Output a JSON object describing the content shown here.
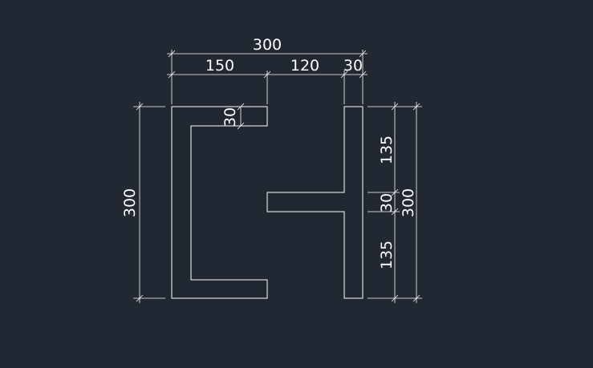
{
  "dimensions": {
    "top_overall": "300",
    "top_left": "150",
    "top_mid": "120",
    "top_right": "30",
    "flange_thickness": "30",
    "left_overall": "300",
    "right_upper": "135",
    "right_mid": "30",
    "right_lower": "135",
    "right_overall": "300"
  },
  "colors": {
    "background": "#222831",
    "lines": "#ffffff"
  }
}
